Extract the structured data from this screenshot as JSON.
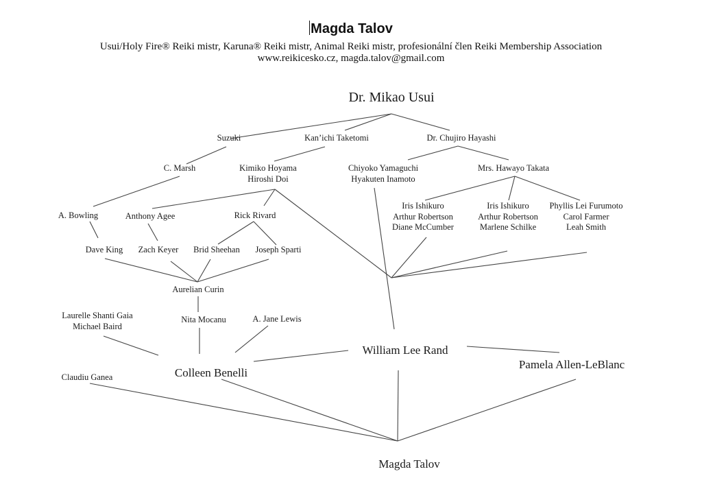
{
  "header": {
    "title": "Magda Talov",
    "subtitle": "Usui/Holy Fire® Reiki mistr, Karuna® Reiki mistr, Animal Reiki mistr, profesionální člen Reiki Membership Association",
    "contact": "www.reikicesko.cz, magda.talov@gmail.com"
  },
  "diagram": {
    "type": "lineage-tree",
    "nodes": [
      {
        "id": "usui",
        "lines": [
          "Dr. Mikao Usui"
        ],
        "size": "l"
      },
      {
        "id": "suzuki",
        "lines": [
          "Suzuki"
        ],
        "size": "s"
      },
      {
        "id": "taketomi",
        "lines": [
          "Kan’ichi Taketomi"
        ],
        "size": "s"
      },
      {
        "id": "hayashi",
        "lines": [
          "Dr. Chujiro Hayashi"
        ],
        "size": "s"
      },
      {
        "id": "marsh",
        "lines": [
          "C. Marsh"
        ],
        "size": "s"
      },
      {
        "id": "hoyama",
        "lines": [
          "Kimiko Hoyama",
          "Hiroshi Doi"
        ],
        "size": "s"
      },
      {
        "id": "yamaguchi",
        "lines": [
          "Chiyoko Yamaguchi",
          "Hyakuten Inamoto"
        ],
        "size": "s"
      },
      {
        "id": "takata",
        "lines": [
          "Mrs. Hawayo Takata"
        ],
        "size": "s"
      },
      {
        "id": "bowling",
        "lines": [
          "A. Bowling"
        ],
        "size": "s"
      },
      {
        "id": "agee",
        "lines": [
          "Anthony Agee"
        ],
        "size": "s"
      },
      {
        "id": "rivard",
        "lines": [
          "Rick Rivard"
        ],
        "size": "s"
      },
      {
        "id": "ishikuro1",
        "lines": [
          "Iris Ishikuro",
          "Arthur Robertson",
          "Diane McCumber"
        ],
        "size": "s"
      },
      {
        "id": "ishikuro2",
        "lines": [
          "Iris Ishikuro",
          "Arthur Robertson",
          "Marlene Schilke"
        ],
        "size": "s"
      },
      {
        "id": "furumoto",
        "lines": [
          "Phyllis Lei Furumoto",
          "Carol Farmer",
          "Leah Smith"
        ],
        "size": "s"
      },
      {
        "id": "king",
        "lines": [
          "Dave King"
        ],
        "size": "s"
      },
      {
        "id": "keyer",
        "lines": [
          "Zach Keyer"
        ],
        "size": "s"
      },
      {
        "id": "sheehan",
        "lines": [
          "Brid Sheehan"
        ],
        "size": "s"
      },
      {
        "id": "sparti",
        "lines": [
          "Joseph Sparti"
        ],
        "size": "s"
      },
      {
        "id": "curin",
        "lines": [
          "Aurelian Curin"
        ],
        "size": "s"
      },
      {
        "id": "gaia",
        "lines": [
          "Laurelle Shanti Gaia",
          "Michael Baird"
        ],
        "size": "s"
      },
      {
        "id": "mocanu",
        "lines": [
          "Nita Mocanu"
        ],
        "size": "s"
      },
      {
        "id": "lewis",
        "lines": [
          "A. Jane Lewis"
        ],
        "size": "s"
      },
      {
        "id": "rand",
        "lines": [
          "William Lee Rand"
        ],
        "size": "m"
      },
      {
        "id": "benelli",
        "lines": [
          "Colleen Benelli"
        ],
        "size": "m"
      },
      {
        "id": "leblanc",
        "lines": [
          "Pamela Allen-LeBlanc"
        ],
        "size": "m"
      },
      {
        "id": "ganea",
        "lines": [
          "Claudiu Ganea"
        ],
        "size": "s"
      },
      {
        "id": "talov",
        "lines": [
          "Magda Talov"
        ],
        "size": "m"
      }
    ],
    "edges": [
      [
        "usui",
        "suzuki"
      ],
      [
        "usui",
        "taketomi"
      ],
      [
        "usui",
        "hayashi"
      ],
      [
        "suzuki",
        "marsh"
      ],
      [
        "taketomi",
        "hoyama"
      ],
      [
        "hayashi",
        "yamaguchi"
      ],
      [
        "hayashi",
        "takata"
      ],
      [
        "marsh",
        "bowling"
      ],
      [
        "hoyama",
        "agee"
      ],
      [
        "hoyama",
        "rivard"
      ],
      [
        "hoyama",
        "rand"
      ],
      [
        "takata",
        "ishikuro1"
      ],
      [
        "takata",
        "ishikuro2"
      ],
      [
        "takata",
        "furumoto"
      ],
      [
        "bowling",
        "king"
      ],
      [
        "agee",
        "keyer"
      ],
      [
        "rivard",
        "sheehan"
      ],
      [
        "rivard",
        "sparti"
      ],
      [
        "king",
        "curin"
      ],
      [
        "keyer",
        "curin"
      ],
      [
        "sheehan",
        "curin"
      ],
      [
        "sparti",
        "curin"
      ],
      [
        "curin",
        "mocanu"
      ],
      [
        "mocanu",
        "benelli"
      ],
      [
        "gaia",
        "benelli"
      ],
      [
        "lewis",
        "benelli"
      ],
      [
        "yamaguchi",
        "rand"
      ],
      [
        "ishikuro1",
        "rand"
      ],
      [
        "ishikuro2",
        "rand"
      ],
      [
        "furumoto",
        "rand"
      ],
      [
        "rand",
        "benelli"
      ],
      [
        "rand",
        "leblanc"
      ],
      [
        "benelli",
        "talov"
      ],
      [
        "ganea",
        "talov"
      ],
      [
        "rand",
        "talov"
      ],
      [
        "leblanc",
        "talov"
      ]
    ]
  }
}
